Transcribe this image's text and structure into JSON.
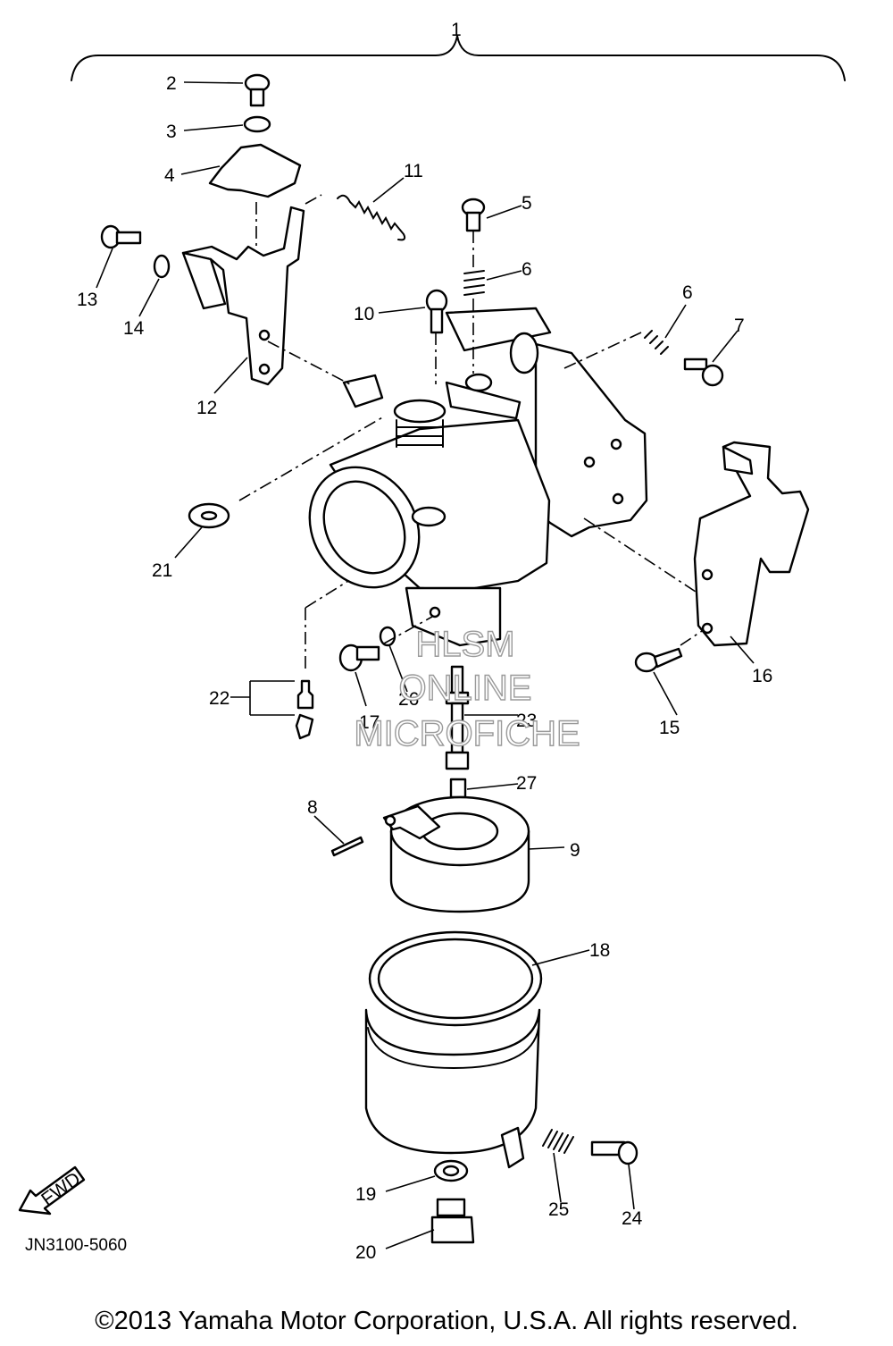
{
  "labels": {
    "p1": "1",
    "p2": "2",
    "p3": "3",
    "p4": "4",
    "p5": "5",
    "p6a": "6",
    "p6b": "6",
    "p7": "7",
    "p8": "8",
    "p9": "9",
    "p10": "10",
    "p11": "11",
    "p12": "12",
    "p13": "13",
    "p14": "14",
    "p15": "15",
    "p16": "16",
    "p17": "17",
    "p18": "18",
    "p19": "19",
    "p20": "20",
    "p21": "21",
    "p22": "22",
    "p23": "23",
    "p24": "24",
    "p25": "25",
    "p26": "26",
    "p27": "27"
  },
  "arrow_text": "FWD",
  "watermark": {
    "line1": "HLSM",
    "line2": "ONLINE",
    "line3": "MICROFICHE"
  },
  "diagram_code": "JN3100-5060",
  "copyright": "©2013 Yamaha Motor Corporation, U.S.A. All rights reserved."
}
